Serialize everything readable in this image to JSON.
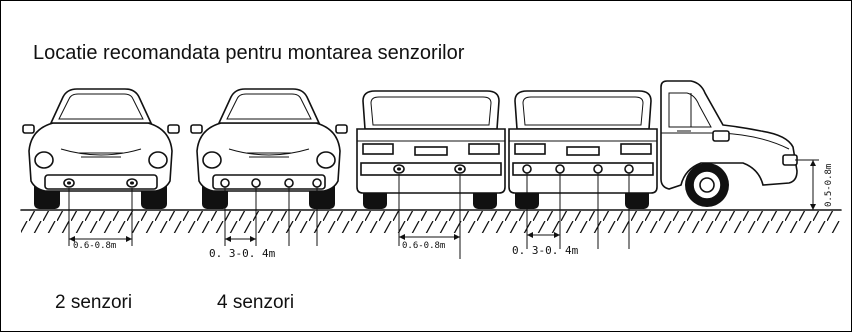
{
  "title": "Locatie recomandata pentru montarea senzorilor",
  "captions": {
    "two_sensors": "2 senzori",
    "four_sensors": "4 senzori"
  },
  "dimensions": {
    "front_two_spacing": "0.6-0.8m",
    "front_four_spacing": "0. 3-0. 4m",
    "rear_two_spacing": "0.6-0.8m",
    "rear_four_spacing": "0. 3-0. 4m",
    "mount_height": "0.5-0.8m"
  }
}
